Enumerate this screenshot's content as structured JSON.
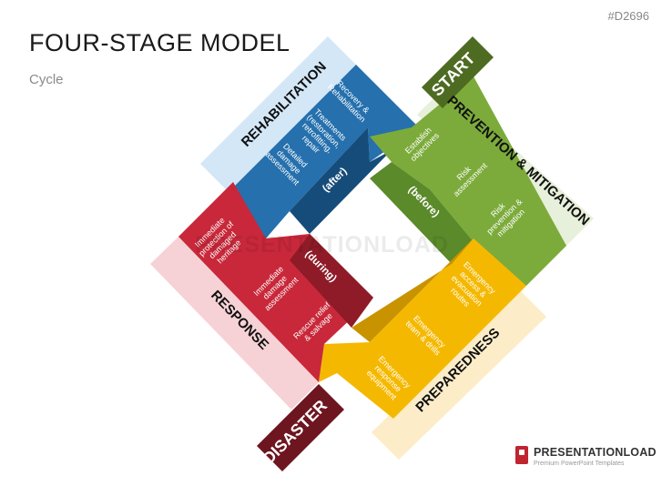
{
  "header": {
    "title": "FOUR-STAGE MODEL",
    "subtitle": "Cycle",
    "code": "#D2696"
  },
  "watermark": "PRESENTATIONLOAD",
  "brand": {
    "name": "PRESENTATIONLOAD",
    "tagline": "Premium PowerPoint Templates"
  },
  "tags": {
    "start": "START",
    "disaster": "DISASTER"
  },
  "stages": {
    "rehabilitation": {
      "label": "REHABILITATION",
      "phase": "(after)",
      "color": "#1f6fad",
      "items": [
        [
          "Recovery &",
          "Rehabilitation"
        ],
        [
          "Treatments",
          "(restoration,",
          "retrofitting,",
          "repair"
        ],
        [
          "Detailed",
          "damage",
          "assessment"
        ]
      ]
    },
    "prevention": {
      "label": "PREVENTION & MITIGATION",
      "phase": "(before)",
      "color": "#7cab3b",
      "items": [
        [
          "Establish",
          "objectives"
        ],
        [
          "Risk",
          "assessment"
        ],
        [
          "Risk",
          "prevention &",
          "mitigation"
        ]
      ]
    },
    "preparedness": {
      "label": "PREPAREDNESS",
      "phase": "(before)",
      "color": "#f5b800",
      "items": [
        [
          "Emergency",
          "access &",
          "evacuation",
          "routes"
        ],
        [
          "Emergency",
          "team & drills"
        ],
        [
          "Emergency",
          "response",
          "equipment"
        ]
      ]
    },
    "response": {
      "label": "RESPONSE",
      "phase": "(during)",
      "color": "#c8283a",
      "items": [
        [
          "Immediate",
          "protection of",
          "damaged",
          "heritage"
        ],
        [
          "Immediate",
          "damage",
          "assessment"
        ],
        [
          "Rescue relief",
          "& salvage"
        ]
      ]
    }
  }
}
